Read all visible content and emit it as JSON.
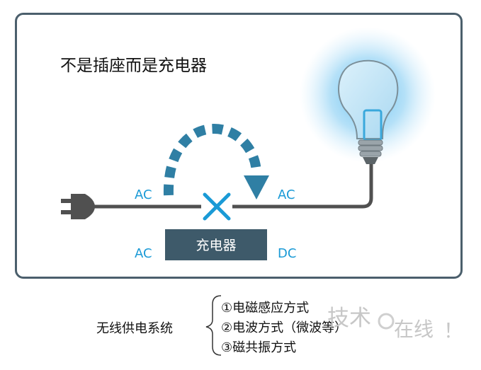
{
  "title": "不是插座而是充电器",
  "labels": {
    "ac_left_top": "AC",
    "ac_right_top": "AC",
    "ac_left_bottom": "AC",
    "dc_right_bottom": "DC"
  },
  "charger_box": {
    "label": "充电器"
  },
  "system_list": {
    "heading": "无线供电系统",
    "items": [
      "①电磁感应方式",
      "②电波方式（微波等）",
      "③磁共振方式"
    ]
  },
  "watermark": {
    "part1": "技术",
    "part2": "在线",
    "part3": "！"
  },
  "colors": {
    "border": "#4b5f6c",
    "cable": "#505050",
    "accent_blue": "#1a9ad6",
    "arrow": "#2f7fa4",
    "box_fill": "#3e5a6a",
    "glow": "#5dbcf0"
  },
  "icons": [
    "plug-icon",
    "cross-icon",
    "arc-arrow-icon",
    "light-bulb-icon",
    "brace-icon"
  ]
}
